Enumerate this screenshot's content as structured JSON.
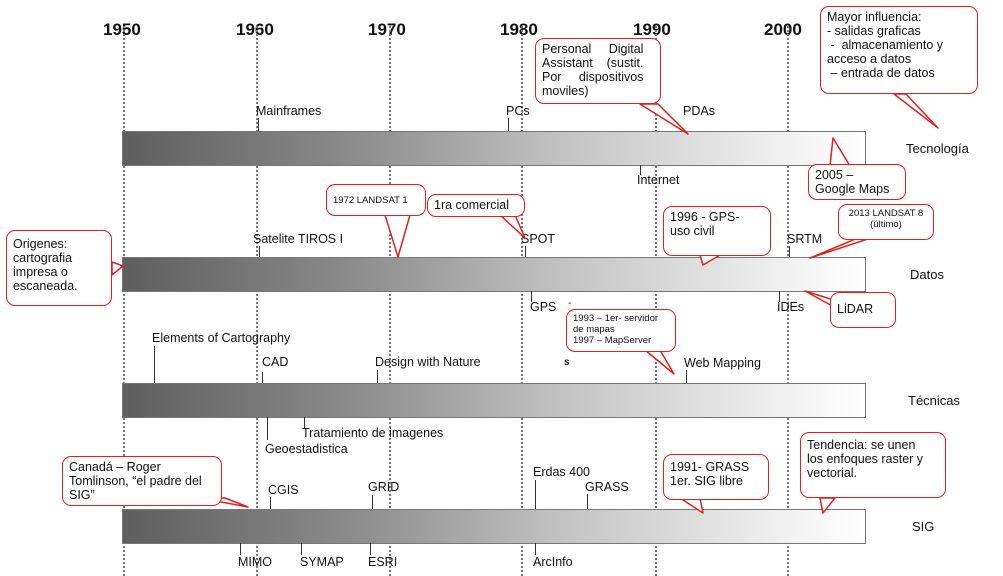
{
  "years": [
    "1950",
    "1960",
    "1970",
    "1980",
    "1990",
    "2000"
  ],
  "rows": {
    "tecnologia": "Tecnología",
    "datos": "Datos",
    "tecnicas": "Técnicas",
    "sig": "SIG"
  },
  "events": {
    "mainframes": "Mainframes",
    "pcs": "PCs",
    "pdas": "PDAs",
    "internet": "Internet",
    "satelite_tiros": "Satelite TIROS I",
    "spot": "SPOT",
    "srtm": "SRTM",
    "gps": "GPS",
    "gps_dash": "-",
    "ides": "IDEs",
    "elements_cartography": "Elements of Cartography",
    "cad": "CAD",
    "design_nature": "Design with Nature",
    "web_mapping": "Web Mapping",
    "stray_s": "s",
    "tratamiento": "Tratamiento de imagenes",
    "geoestadistica": "Geoestadistica",
    "cgis": "CGIS",
    "grid": "GRID",
    "erdas": "Erdas 400",
    "grass": "GRASS",
    "mimo": "MIMO",
    "symap": "SYMAP",
    "esri": "ESRI",
    "arcinfo": "ArcInfo"
  },
  "callouts": {
    "mayor_influencia": [
      "Mayor influencia:",
      "- salidas graficas",
      " -  almacenamiento y",
      "acceso a datos",
      " – entrada de datos"
    ],
    "pda": [
      "Personal     Digital",
      "Assistant    (sustit.",
      "Por     dispositivos",
      "moviles)"
    ],
    "google_maps": [
      "2005 –",
      "Google Maps"
    ],
    "landsat_1972": "1972 LANDSAT 1",
    "comercial": "1ra comercial",
    "gps_civil": [
      "1996 - GPS-",
      "uso civil"
    ],
    "landsat_2013": [
      "2013 LANDSAT 8",
      "(último)"
    ],
    "origenes": [
      "Origenes:",
      "cartografia",
      "impresa o",
      "escaneada."
    ],
    "lidar": "LiDAR",
    "servidor": [
      "1993 – 1er- servidor",
      "de mapas",
      "1997 – MapServer"
    ],
    "tomlinson": [
      "Canadá – Roger",
      "Tomlinson, “el padre del",
      "SIG”"
    ],
    "grass_libre": [
      "1991- GRASS",
      "1er. SIG libre"
    ],
    "tendencia": [
      "Tendencia: se unen",
      "los enfoques raster y",
      "vectorial."
    ]
  }
}
